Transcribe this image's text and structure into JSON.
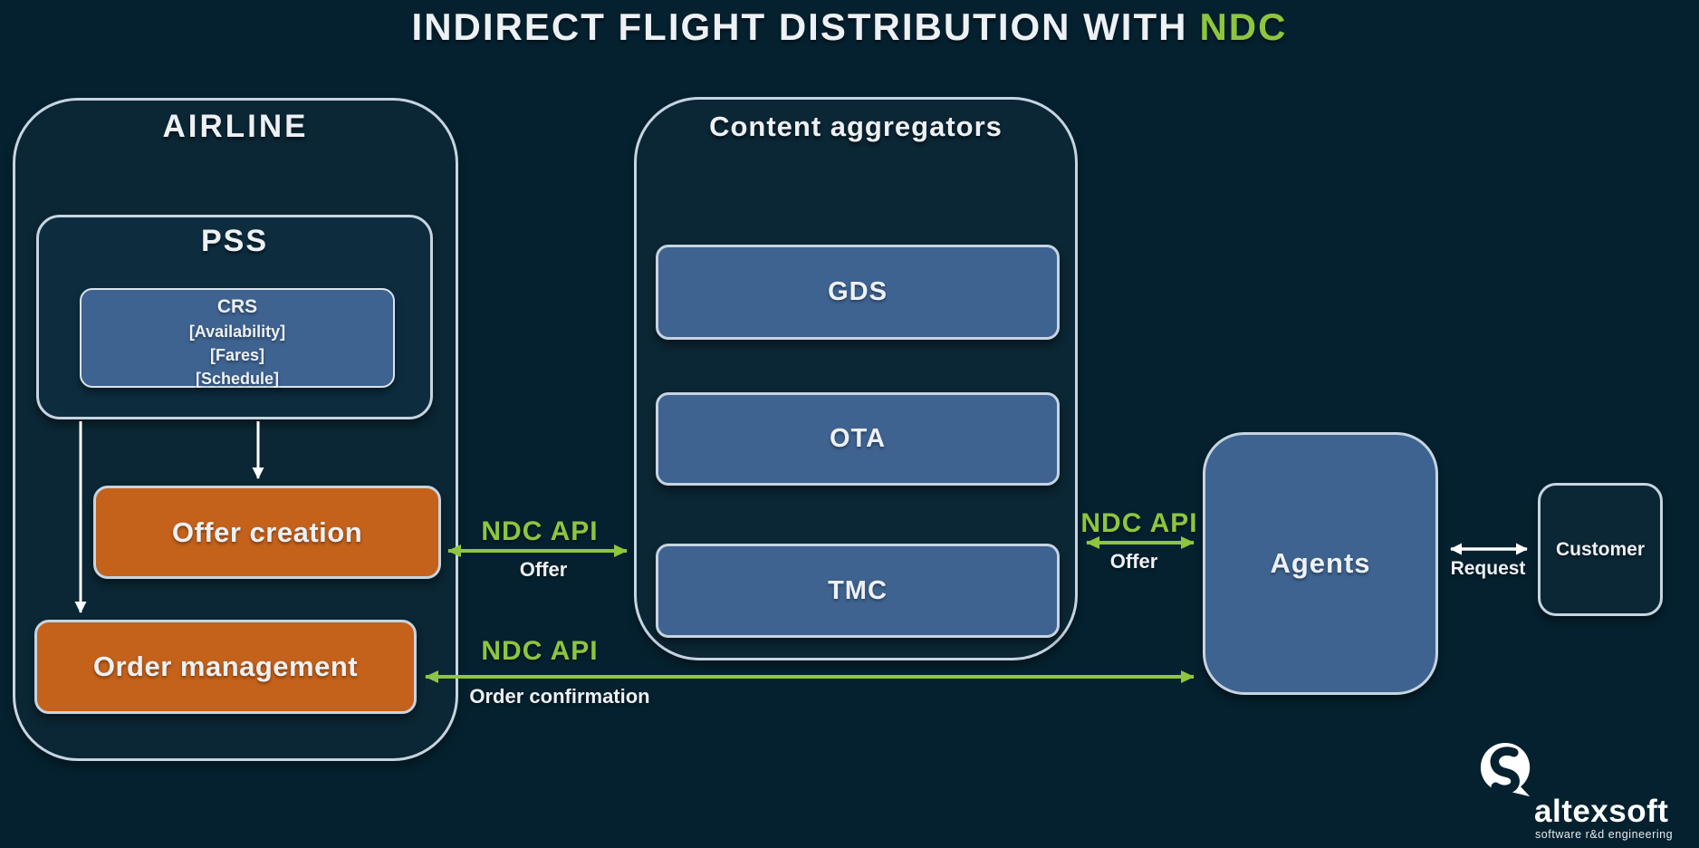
{
  "title": {
    "main": "INDIRECT FLIGHT DISTRIBUTION WITH",
    "highlight": "NDC"
  },
  "airline": {
    "label": "AIRLINE",
    "pss": {
      "label": "PSS",
      "crs": {
        "title": "CRS",
        "lines": [
          "[Availability]",
          "[Fares]",
          "[Schedule]"
        ]
      }
    },
    "offer_creation": "Offer creation",
    "order_management": "Order management"
  },
  "aggregators": {
    "label": "Content aggregators",
    "items": [
      "GDS",
      "OTA",
      "TMC"
    ]
  },
  "agents": {
    "label": "Agents"
  },
  "customer": {
    "label": "Customer"
  },
  "connections": {
    "offer_api": {
      "title": "NDC API",
      "subtitle": "Offer"
    },
    "agents_api": {
      "title": "NDC API",
      "subtitle": "Offer"
    },
    "order_api": {
      "title": "NDC API",
      "subtitle": "Order confirmation"
    },
    "request": {
      "label": "Request"
    }
  },
  "logo": {
    "wordmark": "altexsoft",
    "tagline": "software r&d engineering"
  },
  "colors": {
    "bg": "#05212f",
    "panel": "#0b2634",
    "pss": "#0d2d3f",
    "steel": "#3e6390",
    "orange": "#c4611a",
    "border": "#c6d4e1",
    "border-bright": "#d9e3ec",
    "green": "#8dc63f",
    "text": "#edf1f5"
  }
}
